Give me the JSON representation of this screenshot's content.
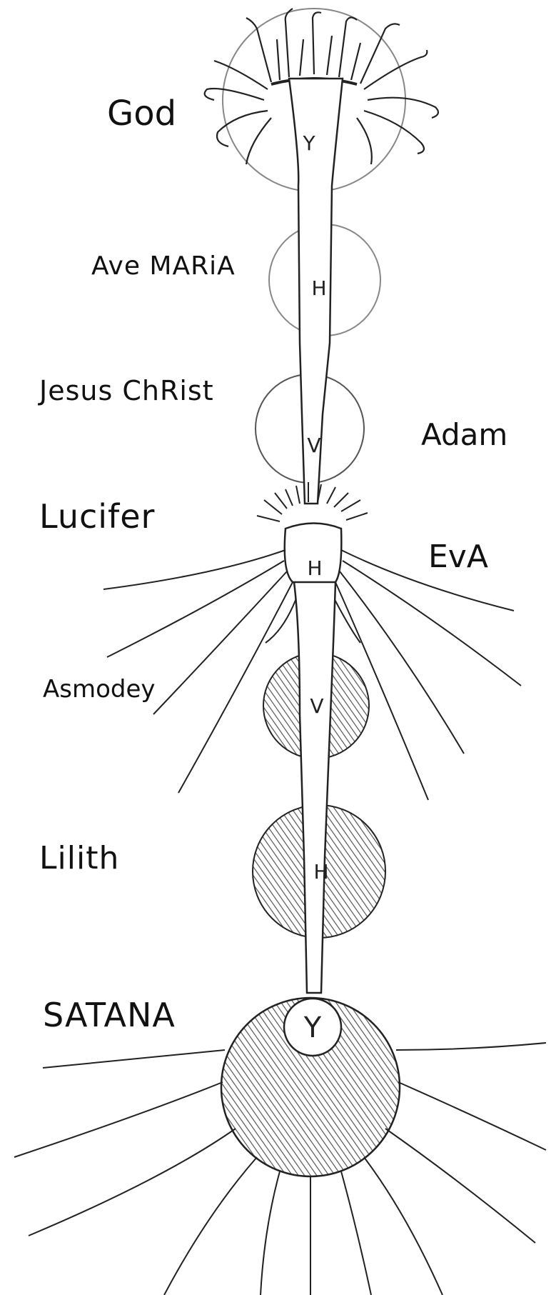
{
  "labels": {
    "god": "God",
    "ave_maria": "Ave MARiA",
    "jesus_christ": "Jesus ChRist",
    "adam": "Adam",
    "lucifer": "Lucifer",
    "eva": "EvA",
    "asmodey": "Asmodey",
    "lilith": "Lilith",
    "satana": "SATANA"
  },
  "letters": {
    "god_center": "Y",
    "ave_maria_center": "H",
    "jesus_center": "V",
    "lucifer_center": "H",
    "asmodey_center": "V",
    "lilith_center": "H",
    "satana_center": "Y"
  },
  "colors": {
    "ink": "#222222",
    "hatch": "#555555",
    "paper": "#ffffff"
  }
}
